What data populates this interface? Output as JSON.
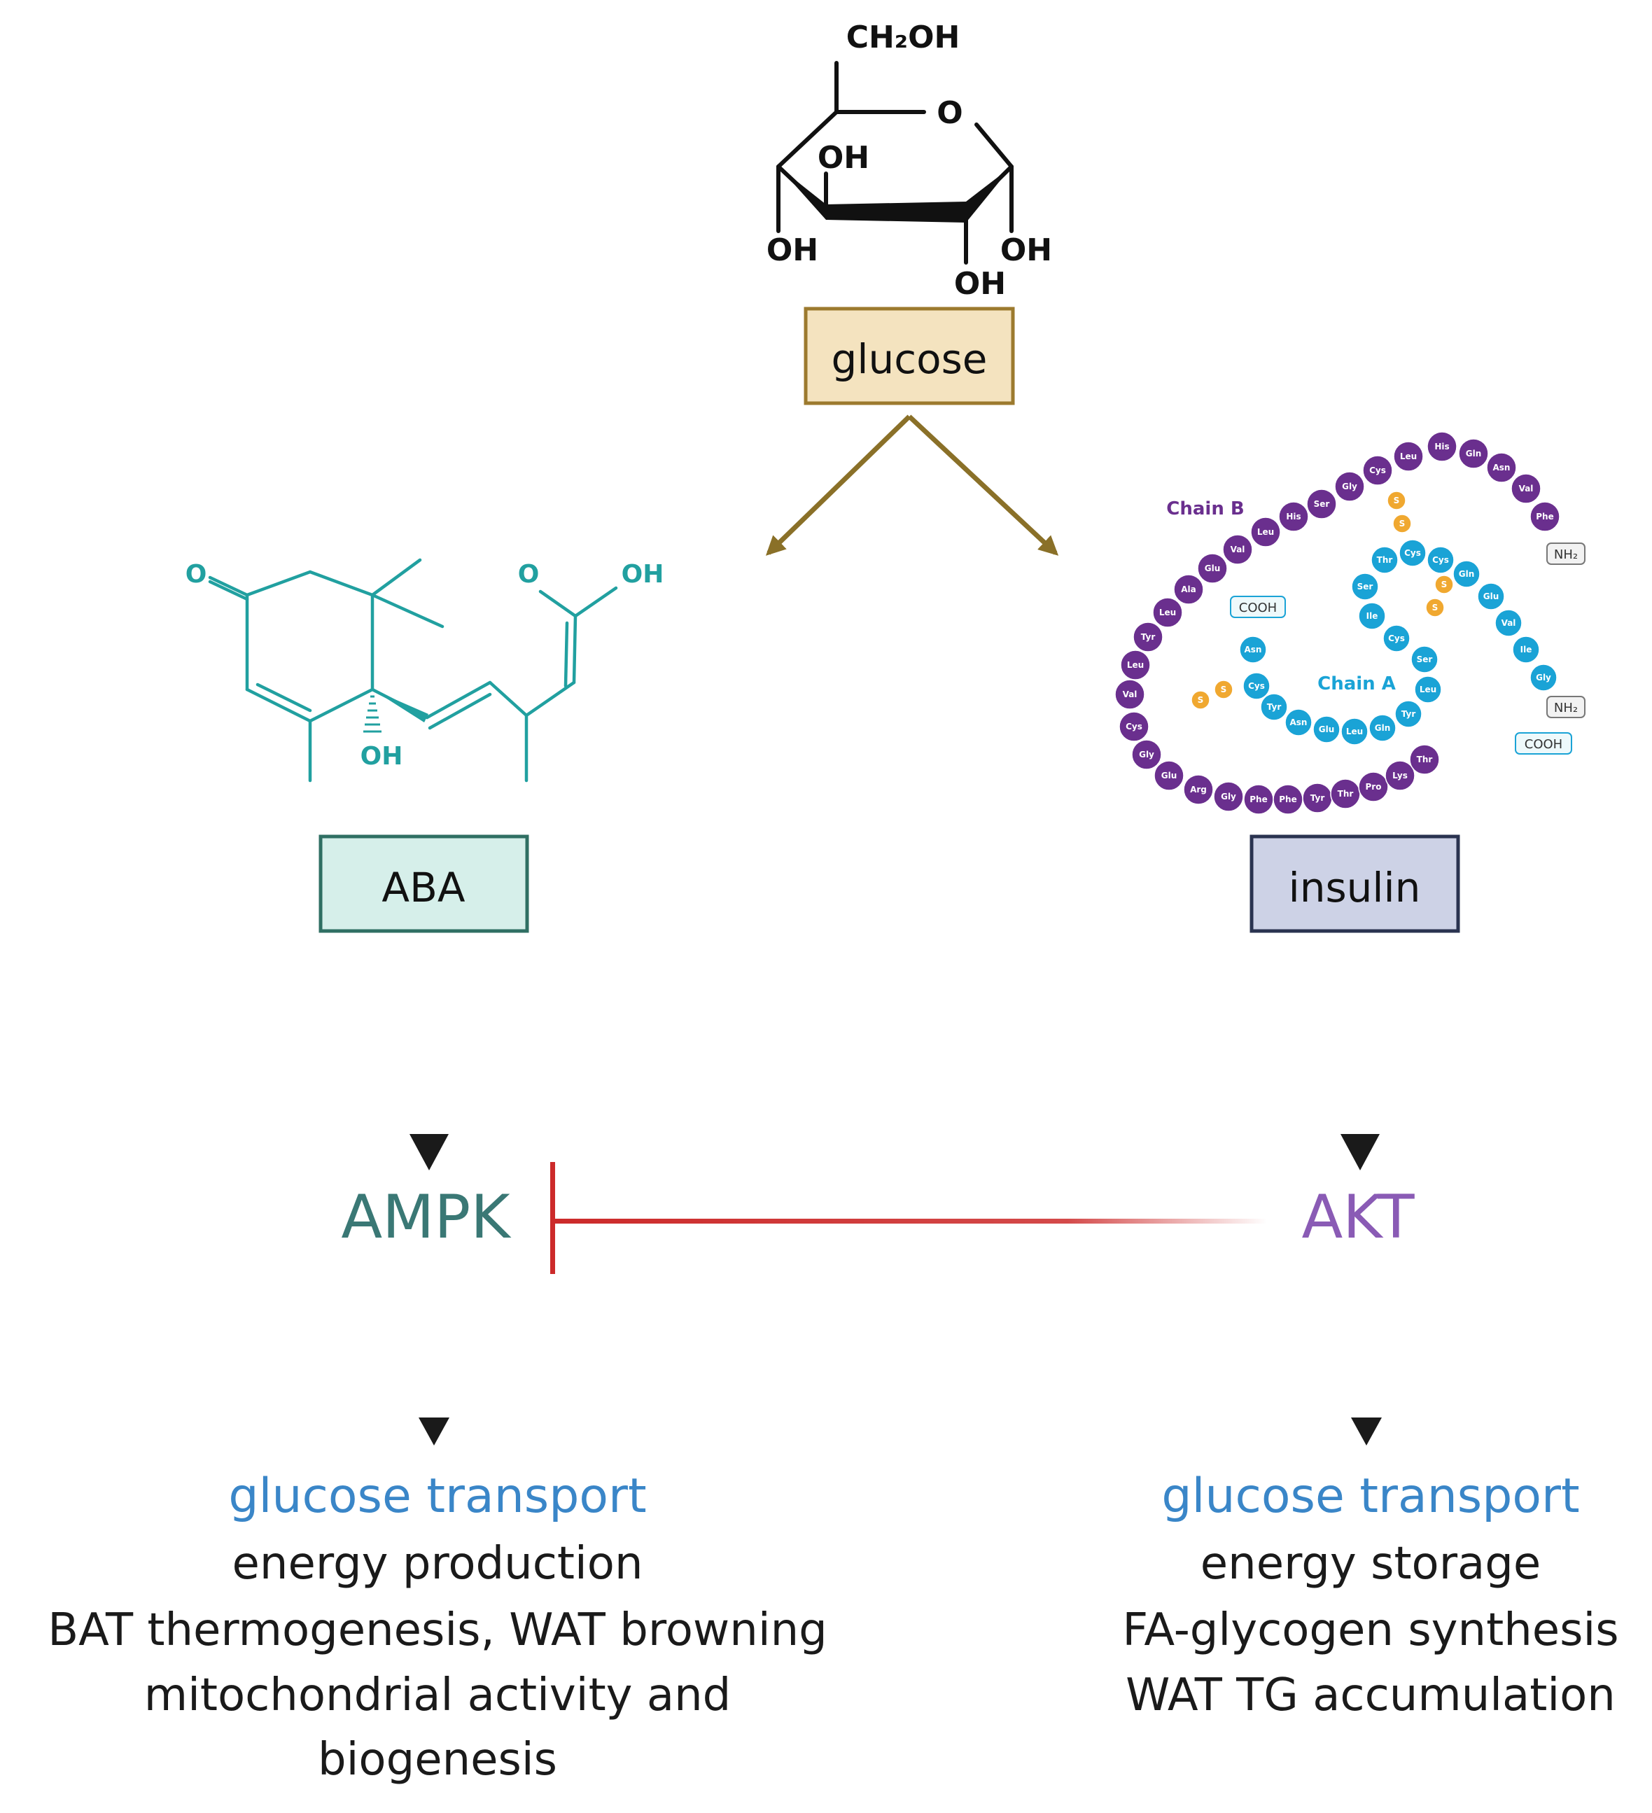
{
  "glucose": {
    "label": "glucose",
    "structure": {
      "ch2oh": "CH₂OH",
      "ring_o": "O",
      "oh_ring": "OH",
      "oh_left": "OH",
      "oh_bottom": "OH",
      "oh_right": "OH"
    },
    "box_fill": "#f4e3bf",
    "box_stroke": "#9c7a2e",
    "arrow_color": "#8a7028"
  },
  "aba": {
    "label": "ABA",
    "structure": {
      "ketone_o": "O",
      "acid_o": "O",
      "acid_oh": "OH",
      "ring_oh": "OH"
    },
    "color": "#21a0a0",
    "box_fill": "#d6efea",
    "box_stroke": "#2f6f63"
  },
  "insulin": {
    "label": "insulin",
    "chain_a": "Chain A",
    "chain_b": "Chain B",
    "tags": {
      "b_nh2": "NH₂",
      "a_nh2": "NH₂",
      "a_cooh": "COOH",
      "b_cooh": "COOH"
    },
    "chain_a_residues": [
      "Gly",
      "Ile",
      "Val",
      "Glu",
      "Gln",
      "Cys",
      "Cys",
      "Thr",
      "Ser",
      "Ile",
      "Cys",
      "Ser",
      "Leu",
      "Tyr",
      "Gln",
      "Leu",
      "Glu",
      "Asn",
      "Tyr",
      "Cys",
      "Asn"
    ],
    "chain_b_residues": [
      "Phe",
      "Val",
      "Asn",
      "Gln",
      "His",
      "Leu",
      "Cys",
      "Gly",
      "Ser",
      "His",
      "Leu",
      "Val",
      "Glu",
      "Ala",
      "Leu",
      "Tyr",
      "Leu",
      "Val",
      "Cys",
      "Gly",
      "Glu",
      "Arg",
      "Gly",
      "Phe",
      "Phe",
      "Tyr",
      "Thr",
      "Pro",
      "Lys",
      "Thr"
    ],
    "disulfide": "S",
    "chain_a_color": "#1aa3d6",
    "chain_b_color": "#6a2f8e",
    "box_fill": "#cdd2e6",
    "box_stroke": "#2a3350"
  },
  "nodes": {
    "ampk": {
      "label": "AMPK",
      "color": "#3a7875"
    },
    "akt": {
      "label": "AKT",
      "color": "#8a5bb5"
    }
  },
  "inhibition_color": "#cc2a2a",
  "outcomes": {
    "ampk": {
      "highlight": "glucose transport",
      "lines": [
        "energy production",
        "BAT thermogenesis, WAT browning",
        "mitochondrial activity and",
        "biogenesis"
      ]
    },
    "akt": {
      "highlight": "glucose transport",
      "lines": [
        "energy storage",
        "FA-glycogen synthesis",
        "WAT TG accumulation"
      ]
    }
  }
}
